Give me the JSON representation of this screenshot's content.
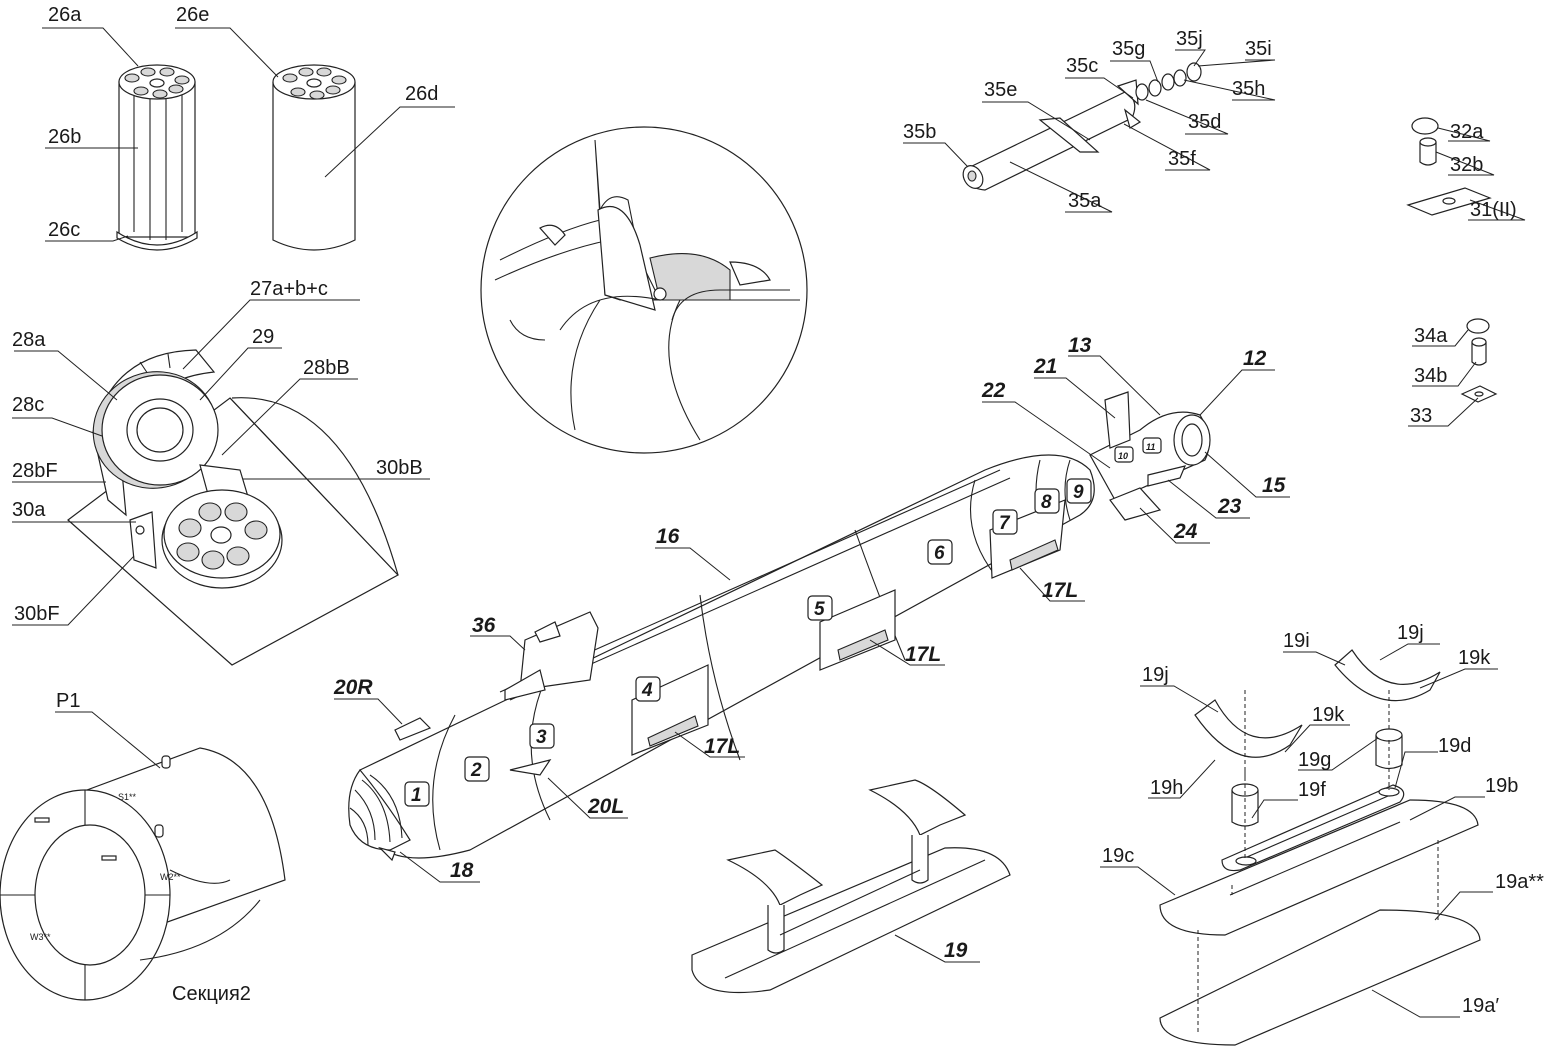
{
  "labels": {
    "l26a": "26a",
    "l26e": "26e",
    "l26d": "26d",
    "l26b": "26b",
    "l26c": "26c",
    "l27": "27a+b+c",
    "l28a": "28a",
    "l29": "29",
    "l28bB": "28bB",
    "l28c": "28c",
    "l28bF": "28bF",
    "l30bB": "30bB",
    "l30a": "30a",
    "l30bF": "30bF",
    "l35j": "35j",
    "l35g": "35g",
    "l35i": "35i",
    "l35c": "35c",
    "l35e": "35e",
    "l35h": "35h",
    "l35d": "35d",
    "l35b": "35b",
    "l35f": "35f",
    "l35a": "35a",
    "l32a": "32a",
    "l32b": "32b",
    "l31": "31(II)",
    "l34a": "34a",
    "l34b": "34b",
    "l33": "33",
    "l13": "13",
    "l12": "12",
    "l21": "21",
    "l22": "22",
    "l15": "15",
    "l23": "23",
    "l24": "24",
    "l16": "16",
    "l17a": "17L",
    "l17b": "17L",
    "l17c": "17L",
    "l36": "36",
    "l20R": "20R",
    "l20L": "20L",
    "l18": "18",
    "l19": "19",
    "lP1": "P1",
    "lsec": "Секция2",
    "l19j1": "19j",
    "l19i": "19i",
    "l19j2": "19j",
    "l19k1": "19k",
    "l19k2": "19k",
    "l19g": "19g",
    "l19d": "19d",
    "l19h": "19h",
    "l19f": "19f",
    "l19b": "19b",
    "l19c": "19c",
    "l19a2": "19a**",
    "l19a1": "19a′",
    "s1": "S1**",
    "w2": "W2**",
    "w3": "W3**"
  },
  "section_numbers": [
    "1",
    "2",
    "3",
    "4",
    "5",
    "6",
    "7",
    "8",
    "9"
  ],
  "section_small": [
    "10",
    "11"
  ]
}
